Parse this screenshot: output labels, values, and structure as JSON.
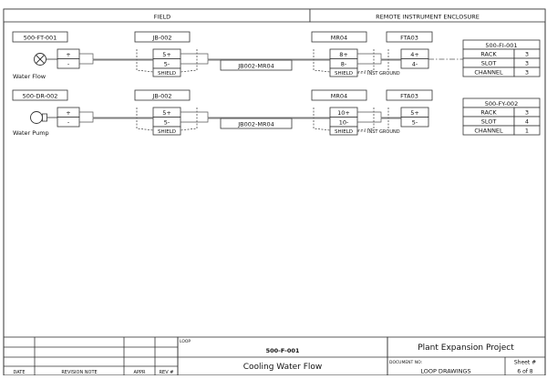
{
  "header": {
    "field": "FIELD",
    "rie": "REMOTE INSTRUMENT ENCLOSURE"
  },
  "loops": [
    {
      "instrument_tag": "500-FT-001",
      "device_label": "Water Flow",
      "device_icon": "flow-meter-icon",
      "device_terminals": [
        "+",
        "-"
      ],
      "jb_tag": "JB-002",
      "jb_terminals": [
        "5+",
        "5-"
      ],
      "jb_shield": "SHIELD",
      "cable": "JB002-MR04",
      "mr_tag": "MR04",
      "mr_terminals": [
        "8+",
        "8-"
      ],
      "mr_shield": "SHIELD",
      "inst_ground": "INST GROUND",
      "fta_tag": "FTA03",
      "fta_terminals": [
        "4+",
        "4-"
      ],
      "io": {
        "tag": "500-FI-001",
        "rows": [
          [
            "RACK",
            "3"
          ],
          [
            "SLOT",
            "3"
          ],
          [
            "CHANNEL",
            "3"
          ]
        ]
      }
    },
    {
      "instrument_tag": "500-DR-002",
      "device_label": "Water Pump",
      "device_icon": "pump-icon",
      "device_terminals": [
        "+",
        "-"
      ],
      "jb_tag": "JB-002",
      "jb_terminals": [
        "5+",
        "5-"
      ],
      "jb_shield": "SHIELD",
      "cable": "JB002-MR04",
      "mr_tag": "MR04",
      "mr_terminals": [
        "10+",
        "10-"
      ],
      "mr_shield": "SHIELD",
      "inst_ground": "INST GROUND",
      "fta_tag": "FTA03",
      "fta_terminals": [
        "5+",
        "5-"
      ],
      "io": {
        "tag": "500-FY-002",
        "rows": [
          [
            "RACK",
            "3"
          ],
          [
            "SLOT",
            "4"
          ],
          [
            "CHANNEL",
            "1"
          ]
        ]
      }
    }
  ],
  "title_block": {
    "rev_headers": [
      "DATE",
      "REVISION NOTE",
      "APPR",
      "REV #"
    ],
    "loop_label": "LOOP",
    "loop_number": "500-F-001",
    "loop_title": "Cooling Water Flow",
    "project": "Plant Expansion Project",
    "document_label": "DOCUMENT NO:",
    "document_name": "LOOP DRAWINGS",
    "sheet_label": "Sheet #",
    "sheet_value": "6 of 8"
  }
}
